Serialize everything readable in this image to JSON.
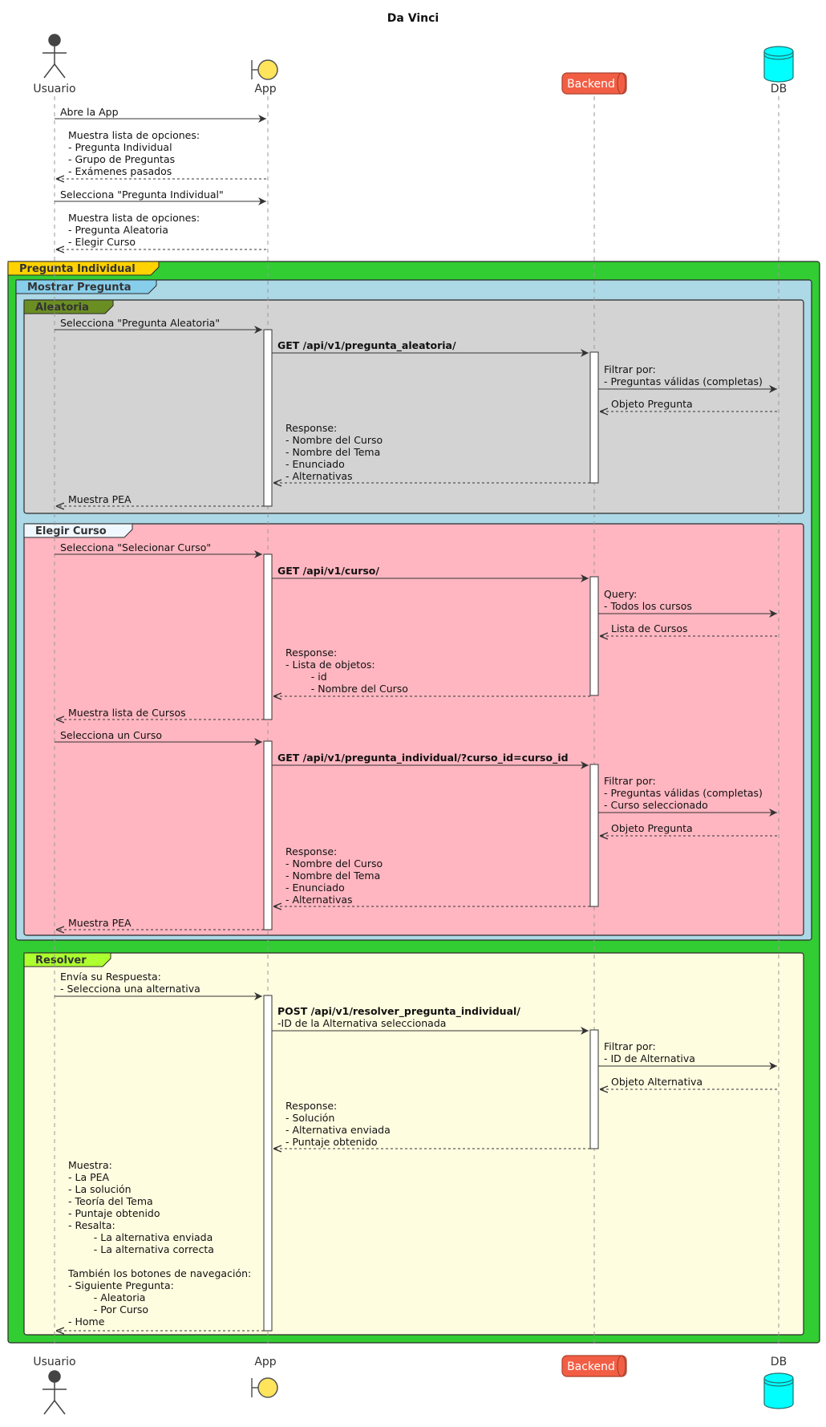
{
  "title": "Da Vinci",
  "participants": {
    "usuario": "Usuario",
    "app": "App",
    "backend": "Backend",
    "db": "DB"
  },
  "colors": {
    "actor": "#444444",
    "boundary": "#FFE45C",
    "backend": "#F25E44",
    "db": "#00FFFF",
    "group_pregunta_individual": "#32CD32",
    "group_mostrar_pregunta": "#ADD8E6",
    "group_aleatoria": "#D3D3D3",
    "group_elegir_curso": "#FFB6C1",
    "group_resolver": "#FFFDE0"
  },
  "messages": {
    "m1": "Abre la App",
    "m2": [
      "Muestra lista de opciones:",
      "- Pregunta Individual",
      "- Grupo de Preguntas",
      "- Exámenes pasados"
    ],
    "m3": "Selecciona \"Pregunta Individual\"",
    "m4": [
      "Muestra lista de opciones:",
      "- Pregunta Aleatoria",
      "- Elegir Curso"
    ]
  },
  "groups": {
    "pregunta_individual": "Pregunta Individual",
    "mostrar_pregunta": "Mostrar Pregunta",
    "aleatoria": "Aleatoria",
    "elegir_curso": "Elegir Curso",
    "resolver": "Resolver"
  },
  "aleatoria": {
    "a1": "Selecciona \"Pregunta Aleatoria\"",
    "a2": "GET /api/v1/pregunta_aleatoria/",
    "a3": [
      "Filtrar por:",
      "- Preguntas válidas (completas)"
    ],
    "a4": "Objeto Pregunta",
    "a5": [
      "Response:",
      "- Nombre del Curso",
      "- Nombre del Tema",
      "- Enunciado",
      "- Alternativas"
    ],
    "a6": "Muestra PEA"
  },
  "elegir_curso": {
    "e1": "Selecciona \"Selecionar Curso\"",
    "e2": "GET /api/v1/curso/",
    "e3": [
      "Query:",
      "- Todos los cursos"
    ],
    "e4": "Lista de Cursos",
    "e5": [
      "Response:",
      "- Lista de objetos:",
      "        - id",
      "        - Nombre del Curso"
    ],
    "e6": "Muestra lista de Cursos",
    "e7": "Selecciona un Curso",
    "e8": "GET /api/v1/pregunta_individual/?curso_id=curso_id",
    "e9": [
      "Filtrar por:",
      "- Preguntas válidas (completas)",
      "- Curso seleccionado"
    ],
    "e10": "Objeto Pregunta",
    "e11": [
      "Response:",
      "- Nombre del Curso",
      "- Nombre del Tema",
      "- Enunciado",
      "- Alternativas"
    ],
    "e12": "Muestra PEA"
  },
  "resolver": {
    "r1": [
      "Envía su Respuesta:",
      "- Selecciona una alternativa"
    ],
    "r2_bold": "POST /api/v1/resolver_pregunta_individual/",
    "r2_normal": "-ID de la Alternativa seleccionada",
    "r3": [
      "Filtrar por:",
      "- ID de Alternativa"
    ],
    "r4": "Objeto Alternativa",
    "r5": [
      "Response:",
      "- Solución",
      "- Alternativa enviada",
      "- Puntaje obtenido"
    ],
    "r6": [
      "Muestra:",
      "- La PEA",
      "- La solución",
      "- Teoría del Tema",
      "- Puntaje obtenido",
      "- Resalta:",
      "        - La alternativa enviada",
      "        - La alternativa correcta",
      "",
      "También los botones de navegación:",
      "- Siguiente Pregunta:",
      "        - Aleatoria",
      "        - Por Curso",
      "- Home"
    ]
  }
}
